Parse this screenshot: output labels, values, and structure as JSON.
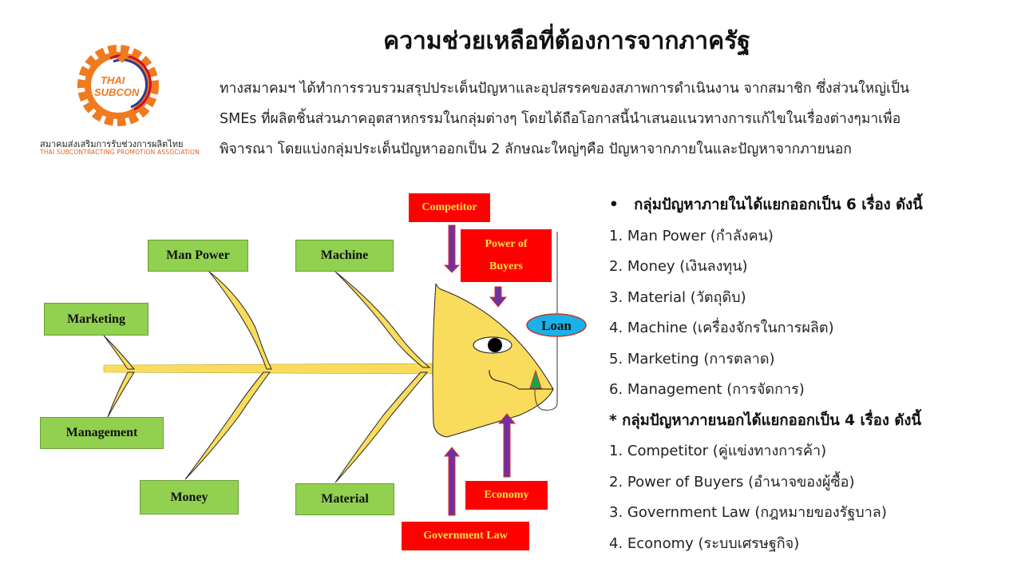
{
  "title": "ความช่วยเหลือที่ต้องการจากภาครัฐ",
  "logo": {
    "brand": "THAI SUBCON",
    "name_th": "สมาคมส่งเสริมการรับช่วงการผลิตไทย",
    "name_en": "THAI SUBCONTRACTING PROMOTION ASSOCIATION"
  },
  "intro": [
    "ทางสมาคมฯ ได้ทำการรวบรวมสรุปประเด็นปัญหาและอุปสรรคของสภาพการดำเนินงาน จากสมาชิก ซึ่งส่วนใหญ่เป็น",
    "SMEs ที่ผลิตชิ้นส่วนภาคอุตสาหกรรมในกลุ่มต่างๆ โดยได้ถือโอกาสนี้นำเสนอแนวทางการแก้ไขในเรื่องต่างๆมาเพื่อ",
    "พิจารณา โดยแบ่งกลุ่มประเด็นปัญหาออกเป็น 2 ลักษณะใหญ่ๆคือ ปัญหาจากภายในและปัญหาจากภายนอก"
  ],
  "diagram": {
    "internal": {
      "man_power": "Man Power",
      "machine": "Machine",
      "marketing": "Marketing",
      "management": "Management",
      "money": "Money",
      "material": "Material"
    },
    "external": {
      "competitor": "Competitor",
      "power_of_buyers": [
        "Power of",
        "Buyers"
      ],
      "economy": "Economy",
      "government_law": "Government Law"
    },
    "loan": "Loan",
    "colors": {
      "internal": "#92d050",
      "external": "#ff0000",
      "fish": "#f9dc5c",
      "arrow": "#7030a0",
      "loan": "#1ab0e8"
    }
  },
  "list": {
    "internal_heading": "กลุ่มปัญหาภายในได้แยกออกเป็น 6 เรื่อง ดังนี้",
    "internal": [
      "1. Man Power (กำลังคน)",
      "2. Money (เงินลงทุน)",
      "3. Material (วัตถุดิบ)",
      "4. Machine (เครื่องจักรในการผลิต)",
      "5. Marketing (การตลาด)",
      "6. Management (การจัดการ)"
    ],
    "external_heading": "* กลุ่มปัญหาภายนอกได้แยกออกเป็น 4 เรื่อง ดังนี้",
    "external": [
      "1. Competitor (คู่แข่งทางการค้า)",
      "2. Power of Buyers (อำนาจของผู้ซื้อ)",
      "3. Government Law (กฎหมายของรัฐบาล)",
      "4. Economy (ระบบเศรษฐกิจ)"
    ]
  }
}
